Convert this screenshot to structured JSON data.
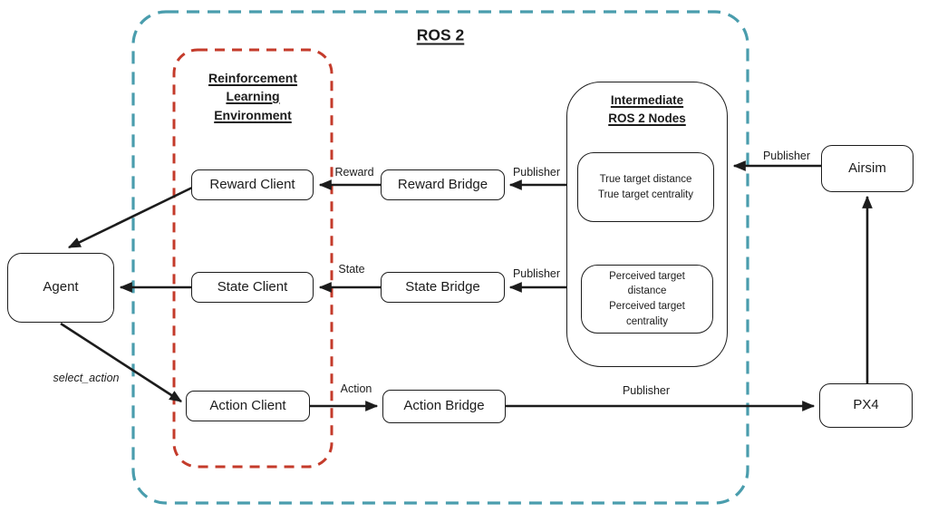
{
  "colors": {
    "ros2_border": "#4A9DAD",
    "rl_border": "#C43B2B",
    "line": "#1C1C1C",
    "background": "#FFFFFF"
  },
  "containers": {
    "ros2": {
      "title": "ROS 2"
    },
    "rl_env": {
      "title_lines": [
        "Reinforcement",
        "Learning",
        "Environment"
      ]
    },
    "intermediate": {
      "title_lines": [
        "Intermediate",
        "ROS 2 Nodes"
      ]
    }
  },
  "nodes": {
    "agent": {
      "label": "Agent"
    },
    "reward_client": {
      "label": "Reward Client"
    },
    "state_client": {
      "label": "State Client"
    },
    "action_client": {
      "label": "Action Client"
    },
    "reward_bridge": {
      "label": "Reward Bridge"
    },
    "state_bridge": {
      "label": "State Bridge"
    },
    "action_bridge": {
      "label": "Action Bridge"
    },
    "true_target": {
      "lines": [
        "True target distance",
        "True target centrality"
      ]
    },
    "perceived_target": {
      "lines": [
        "Perceived target distance",
        "Perceived target centrality"
      ]
    },
    "airsim": {
      "label": "Airsim"
    },
    "px4": {
      "label": "PX4"
    }
  },
  "edge_labels": {
    "reward": "Reward",
    "state": "State",
    "action": "Action",
    "publisher_reward": "Publisher",
    "publisher_state": "Publisher",
    "publisher_action": "Publisher",
    "publisher_airsim": "Publisher",
    "select_action": "select_action"
  }
}
